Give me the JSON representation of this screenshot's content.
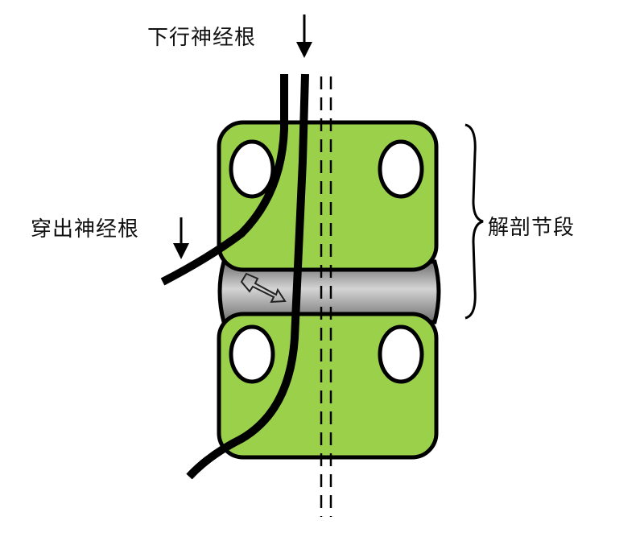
{
  "labels": {
    "descending_root": "下行神经根",
    "exiting_root": "穿出神经根",
    "anatomic_segment": "解剖节段"
  },
  "colors": {
    "vertebra": "#9bd14a",
    "outline": "#000000",
    "disc": "#9a9a9a"
  }
}
